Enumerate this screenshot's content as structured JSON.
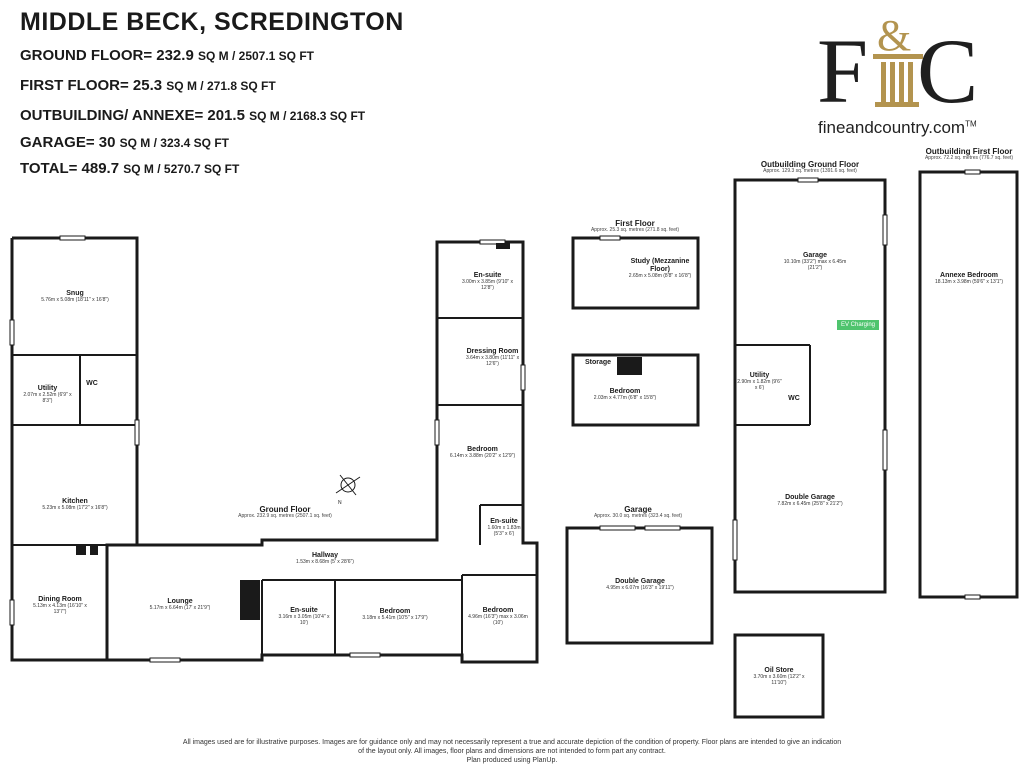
{
  "header": {
    "title": "MIDDLE BECK, SCREDINGTON",
    "stats": [
      {
        "label": "GROUND FLOOR= 232.9",
        "unit": "SQ M / 2507.1 SQ FT"
      },
      {
        "label": "FIRST FLOOR= 25.3",
        "unit": "SQ M / 271.8 SQ FT"
      },
      {
        "label": "OUTBUILDING/ ANNEXE= 201.5",
        "unit": "SQ M / 2168.3 SQ FT"
      },
      {
        "label": "GARAGE= 30",
        "unit": "SQ M / 323.4 SQ FT"
      },
      {
        "label": "TOTAL= 489.7",
        "unit": "SQ M / 5270.7 SQ FT"
      }
    ]
  },
  "logo": {
    "letters": "F&C",
    "url": "fineandcountry.com",
    "tm": "TM",
    "gold": "#b3944f",
    "dark": "#1f1f1f"
  },
  "sections": [
    {
      "name": "Ground Floor",
      "area": "Approx. 232.9 sq. metres (2507.1 sq. feet)"
    },
    {
      "name": "First Floor",
      "area": "Approx. 25.3 sq. metres (271.8 sq. feet)"
    },
    {
      "name": "Garage",
      "area": "Approx. 30.0 sq. metres (323.4 sq. feet)"
    },
    {
      "name": "Outbuilding Ground Floor",
      "area": "Approx. 129.3 sq. metres (1391.6 sq. feet)"
    },
    {
      "name": "Outbuilding First Floor",
      "area": "Approx. 72.2 sq. metres (776.7 sq. feet)"
    }
  ],
  "rooms": [
    {
      "name": "Snug",
      "dims": "5.76m x 5.08m (18'11\" x 16'8\")"
    },
    {
      "name": "Utility",
      "dims": "2.07m x 2.52m (6'9\" x 8'3\")"
    },
    {
      "name": "WC",
      "dims": ""
    },
    {
      "name": "Kitchen",
      "dims": "5.23m x 5.08m (17'2\" x 16'8\")"
    },
    {
      "name": "Dining Room",
      "dims": "5.13m x 4.13m (16'10\" x 13'7\")"
    },
    {
      "name": "Lounge",
      "dims": "5.17m x 6.64m (17' x 21'9\")"
    },
    {
      "name": "Hallway",
      "dims": "1.53m x 8.68m (5' x 28'6\")"
    },
    {
      "name": "En-suite",
      "dims": "3.16m x 3.05m (10'4\" x 10')"
    },
    {
      "name": "Bedroom",
      "dims": "3.18m x 5.41m (10'5\" x 17'9\")"
    },
    {
      "name": "Bedroom",
      "dims": "4.96m (16'3\") max x 3.06m (10')"
    },
    {
      "name": "En-suite",
      "dims": "1.60m x 1.83m (5'3\" x 6')"
    },
    {
      "name": "Bedroom",
      "dims": "6.14m x 3.88m (20'2\" x 12'9\")"
    },
    {
      "name": "Dressing Room",
      "dims": "3.64m x 3.80m (11'11\" x 12'6\")"
    },
    {
      "name": "En-suite",
      "dims": "3.00m x 3.85m (9'10\" x 12'8\")"
    },
    {
      "name": "Study (Mezzanine Floor)",
      "dims": "2.65m x 5.08m (8'8\" x 16'8\")"
    },
    {
      "name": "Storage",
      "dims": ""
    },
    {
      "name": "Bedroom",
      "dims": "2.03m x 4.77m (6'8\" x 15'8\")"
    },
    {
      "name": "Double Garage",
      "dims": "4.95m x 6.07m (16'3\" x 19'11\")"
    },
    {
      "name": "Garage",
      "dims": "10.10m (33'2\") max x 6.45m (21'2\")"
    },
    {
      "name": "Utility",
      "dims": "2.90m x 1.82m (9'6\" x 6')"
    },
    {
      "name": "WC",
      "dims": ""
    },
    {
      "name": "Double Garage",
      "dims": "7.82m x 6.45m (25'8\" x 21'2\")"
    },
    {
      "name": "Annexe Bedroom",
      "dims": "18.13m x 3.98m (59'6\" x 13'1\")"
    },
    {
      "name": "Oil Store",
      "dims": "3.70m x 3.60m (12'2\" x 11'10\")"
    }
  ],
  "ev_label": "EV Charging",
  "compass": "N",
  "disclaimer": {
    "line1": "All images used are for illustrative purposes. Images are for guidance only and may not necessarily represent a true and accurate depiction of the condition of property. Floor plans are intended to give an indication",
    "line2": "of the layout only. All images, floor plans and dimensions are not intended to form part any contract.",
    "line3": "Plan produced using PlanUp."
  }
}
